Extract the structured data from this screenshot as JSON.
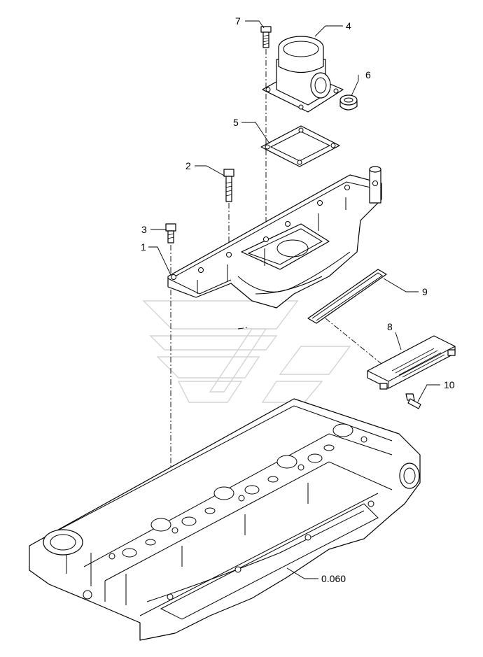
{
  "callouts": [
    {
      "id": "1",
      "text": "1"
    },
    {
      "id": "2",
      "text": "2"
    },
    {
      "id": "3",
      "text": "3"
    },
    {
      "id": "4",
      "text": "4"
    },
    {
      "id": "5",
      "text": "5"
    },
    {
      "id": "6",
      "text": "6"
    },
    {
      "id": "7",
      "text": "7"
    },
    {
      "id": "8",
      "text": "8"
    },
    {
      "id": "9",
      "text": "9"
    },
    {
      "id": "10",
      "text": "10"
    },
    {
      "id": "ref",
      "text": "0.060"
    }
  ],
  "colors": {
    "line": "#000000",
    "background": "#ffffff",
    "watermark": "#d4d4d4"
  }
}
